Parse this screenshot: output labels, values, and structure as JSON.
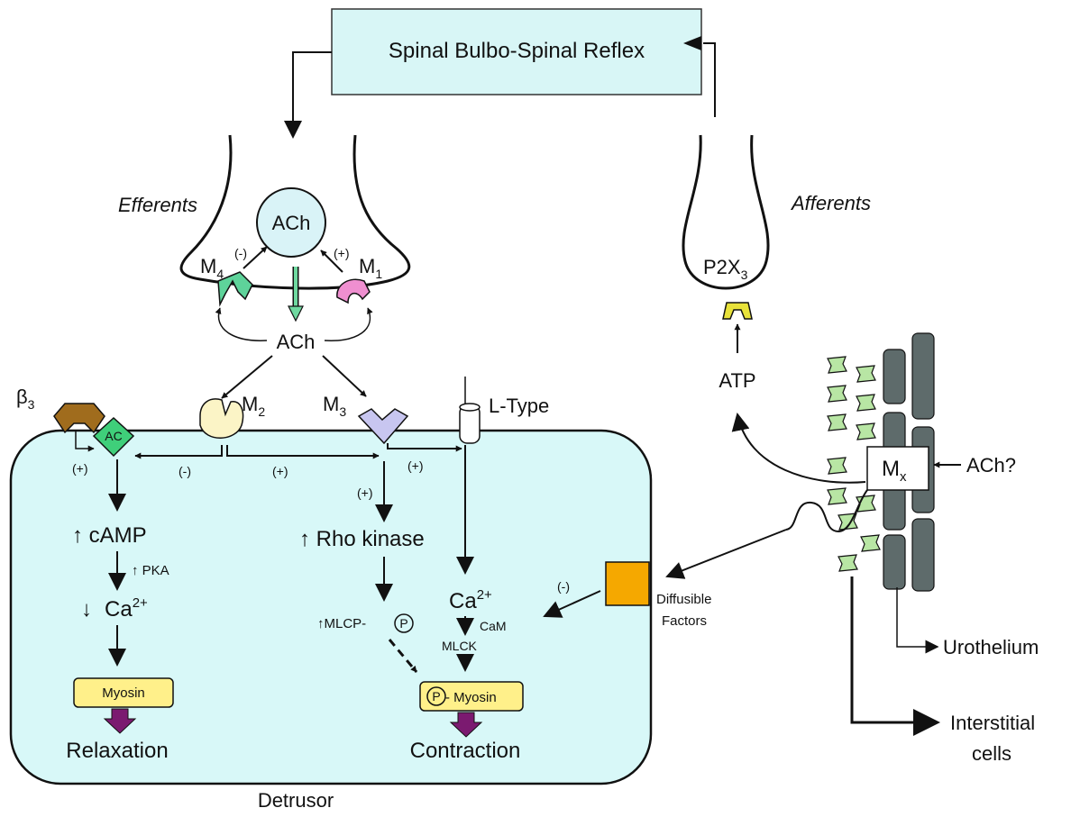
{
  "reflex_box": "Spinal Bulbo-Spinal Reflex",
  "efferents": "Efferents",
  "afferents": "Afferents",
  "ach_vesicle": "ACh",
  "ach_release": "ACh",
  "m4": {
    "base": "M",
    "sub": "4"
  },
  "m1": {
    "base": "M",
    "sub": "1"
  },
  "m2": {
    "base": "M",
    "sub": "2"
  },
  "m3": {
    "base": "M",
    "sub": "3"
  },
  "mx": {
    "base": "M",
    "sub": "x"
  },
  "beta3": {
    "base": "β",
    "sub": "3"
  },
  "p2x3": {
    "base": "P2X",
    "sub": "3"
  },
  "signs": {
    "minus": "(-)",
    "plus": "(+)"
  },
  "ac": "AC",
  "l_type": "L-Type",
  "camp": "↑ cAMP",
  "pka": "↑ PKA",
  "ca_down": {
    "arrow": "↓",
    "base": "Ca",
    "sup": "2+"
  },
  "myosin": "Myosin",
  "relaxation": "Relaxation",
  "rho_kinase": "↑ Rho kinase",
  "mlcp": {
    "base": "↑MLCP-",
    "p": "P"
  },
  "ca_right": {
    "base": "Ca",
    "sup": "2+"
  },
  "cam": "CaM",
  "mlck": "MLCK",
  "p_myosin": {
    "p": "P",
    "text": "- Myosin"
  },
  "contraction": "Contraction",
  "detrusor": "Detrusor",
  "atp": "ATP",
  "ach_question": "ACh?",
  "diffusible": [
    "Diffusible",
    "Factors"
  ],
  "urothelium": "Urothelium",
  "interstitial": [
    "Interstitial",
    "cells"
  ],
  "colors": {
    "cell_fill": "#d8f8f8",
    "reflex_fill": "#d8f6f6",
    "vesicle_fill": "#d9f3f7",
    "m4_green": "#5ed39a",
    "m1_pink": "#ef8fd0",
    "beta3_brown": "#a06c1d",
    "ac_green": "#3fcf7a",
    "m2_cream": "#fbf4c6",
    "m3_lavender": "#c8c6f0",
    "myosin_yellow": "#fff08a",
    "arrow_purple": "#7b1a70",
    "diffusible_orange": "#f5a800",
    "p2x3_yellow": "#e8e23a",
    "urothelium_gray": "#5e6b6b",
    "interstitial_green": "#b8e6a4"
  }
}
